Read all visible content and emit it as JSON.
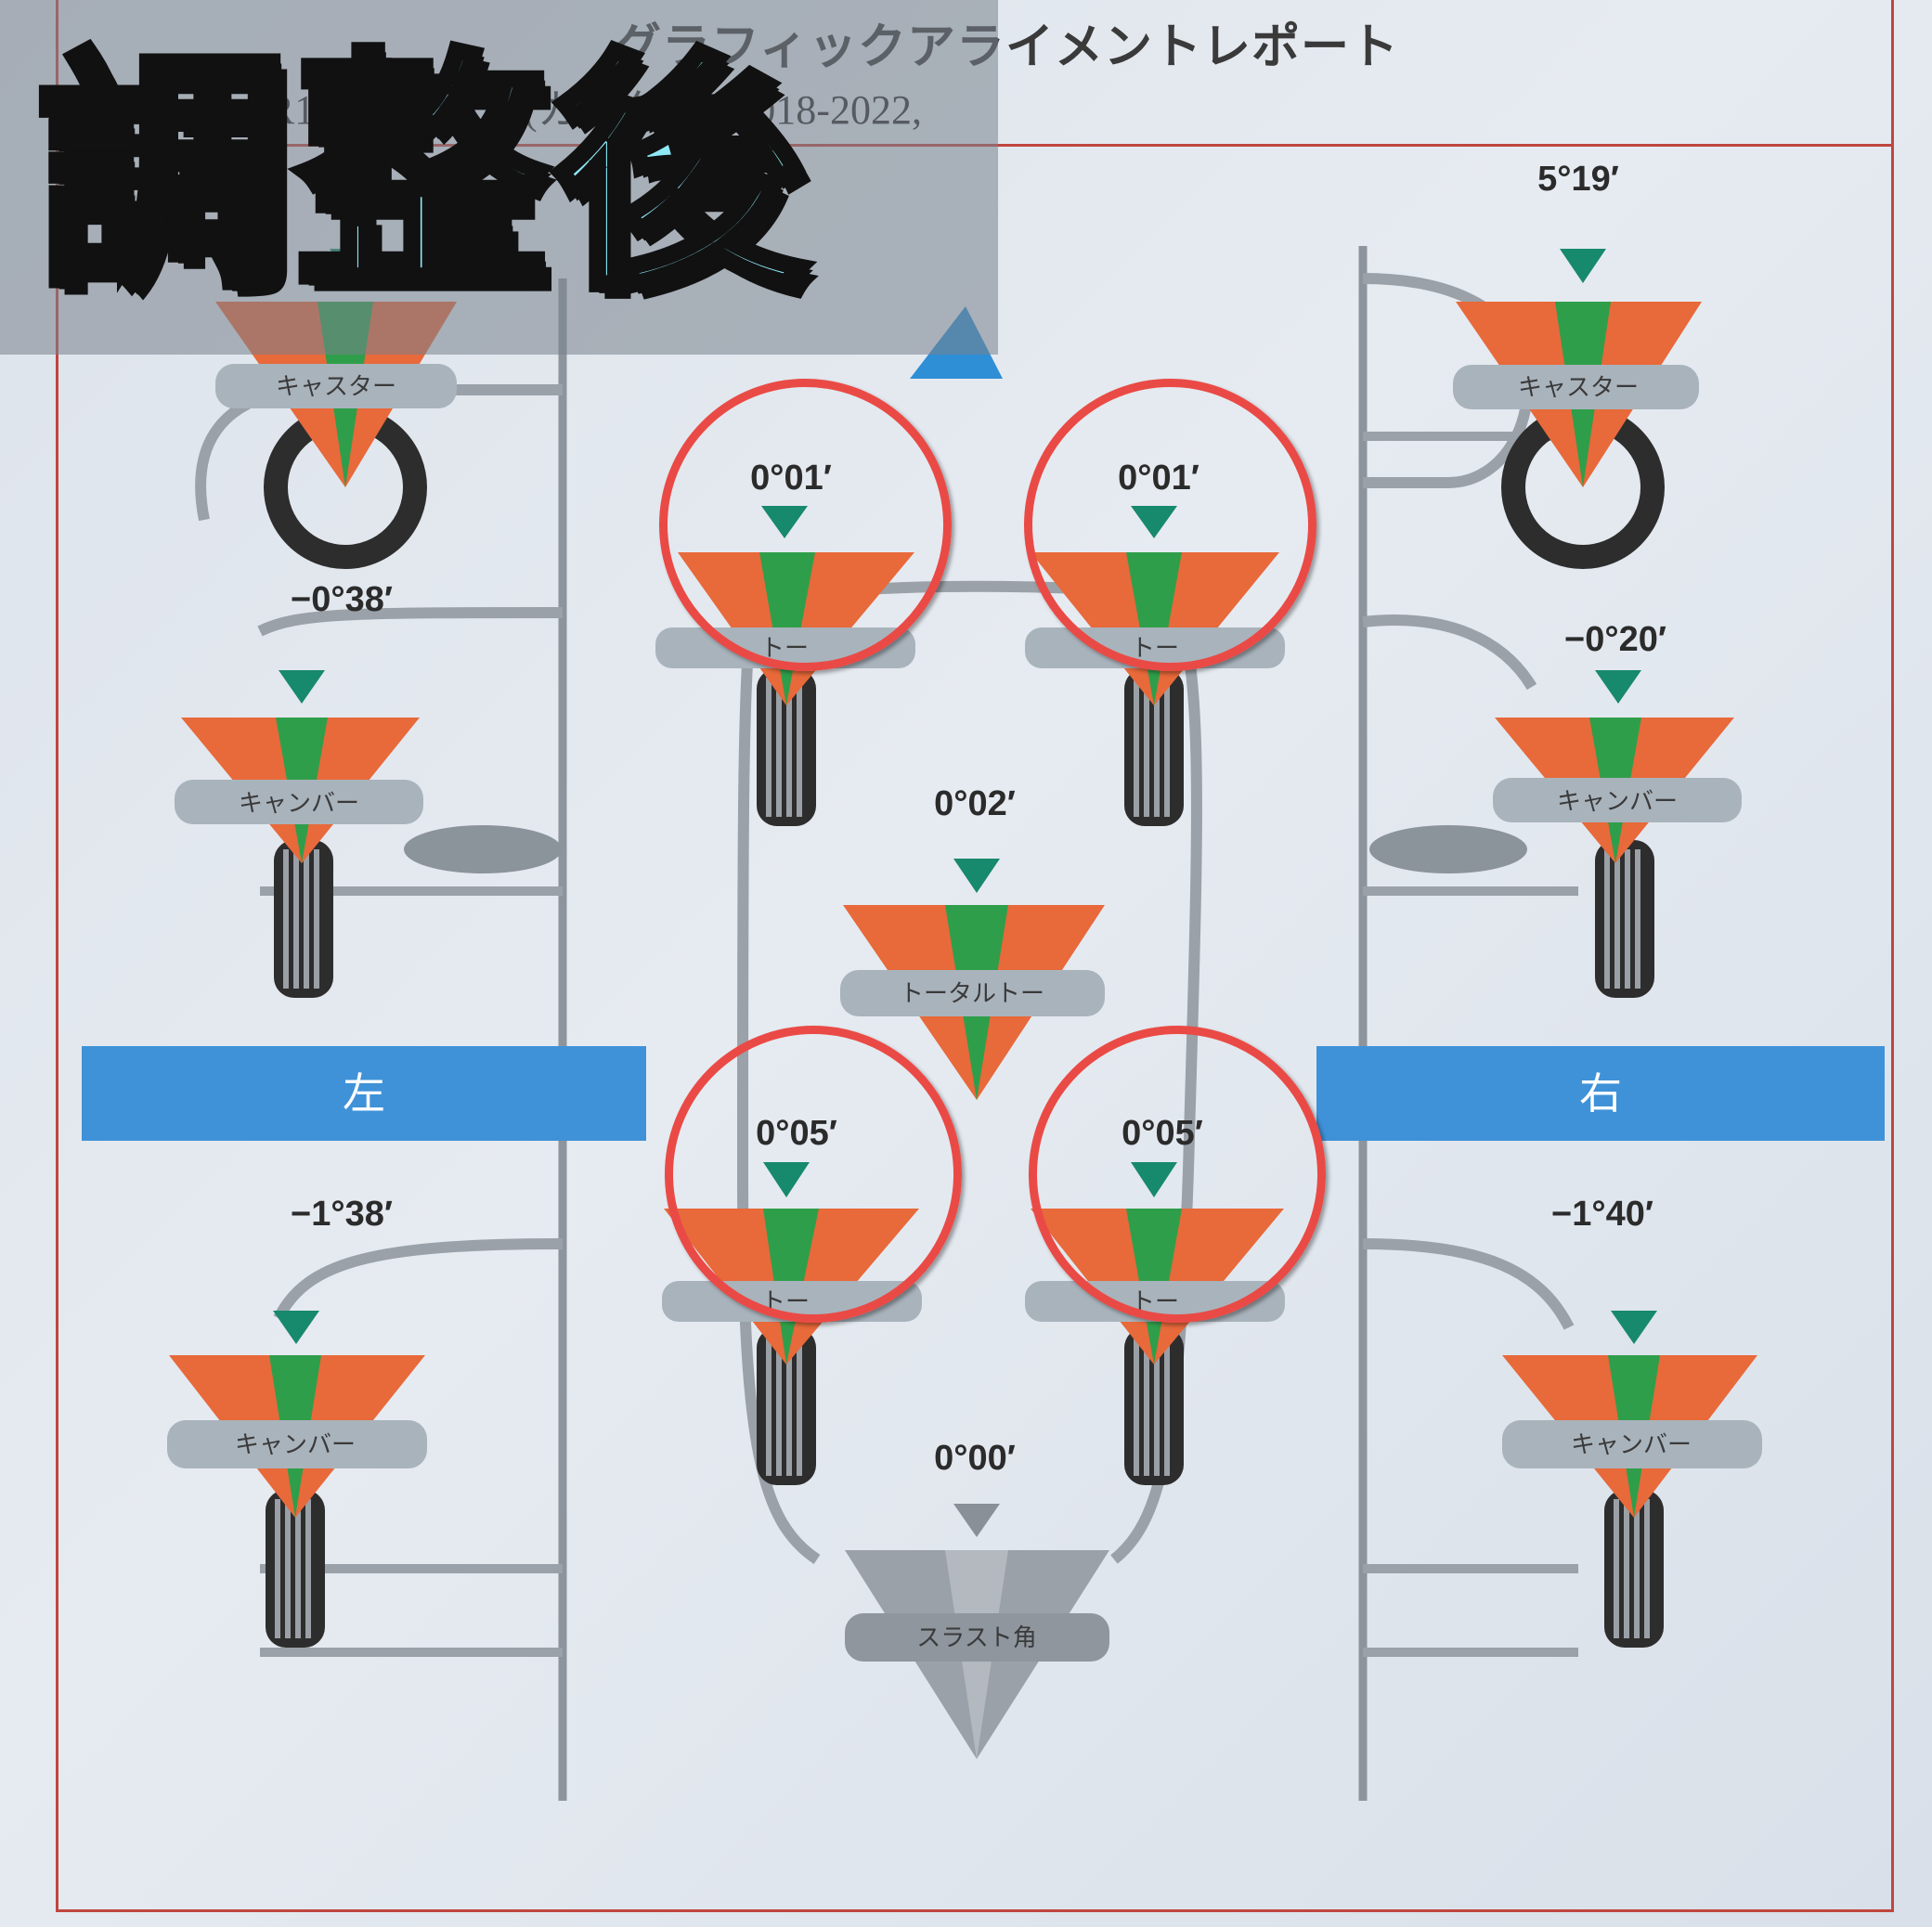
{
  "report": {
    "title": "グラフィックアライメントレポート",
    "vehicle_line": "X… 2… …R18 ‘22/7まで  (カスタム), 2018-2022,"
  },
  "overlay": {
    "text": "調整後"
  },
  "sides": {
    "left": "左",
    "right": "右"
  },
  "gauge_labels": {
    "caster": "キャスター",
    "camber": "キャンバー",
    "toe": "トー",
    "total_toe": "トータルトー",
    "thrust_angle": "スラスト角"
  },
  "front": {
    "left": {
      "caster": "",
      "camber": "−0°38′",
      "toe": "0°01′"
    },
    "right": {
      "caster": "5°19′",
      "camber": "−0°20′",
      "toe": "0°01′"
    },
    "total_toe": "0°02′"
  },
  "rear": {
    "left": {
      "camber": "−1°38′",
      "toe": "0°05′"
    },
    "right": {
      "camber": "−1°40′",
      "toe": "0°05′"
    },
    "thrust_angle": "0°00′"
  },
  "colors": {
    "out_of_range": "#e8693a",
    "in_range": "#2f9e4a",
    "indicator": "#17896c",
    "label_pill": "#a9b3bc",
    "side_bar": "#3f92d8",
    "highlight_circle": "#ea4a45",
    "overlay_text": "#8fe8f7"
  }
}
